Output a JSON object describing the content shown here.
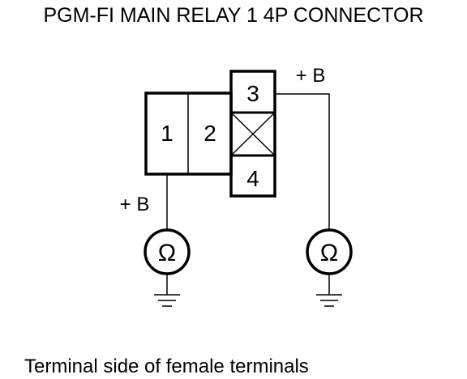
{
  "title": "PGM-FI MAIN RELAY 1 4P CONNECTOR",
  "connector": {
    "terminals": [
      "1",
      "2",
      "3",
      "4"
    ]
  },
  "probes": {
    "left_label": "+ B",
    "right_label": "+ B",
    "meter_symbol": "Ω"
  },
  "caption": "Terminal side of female terminals",
  "colors": {
    "line": "#000000",
    "background": "#ffffff"
  }
}
